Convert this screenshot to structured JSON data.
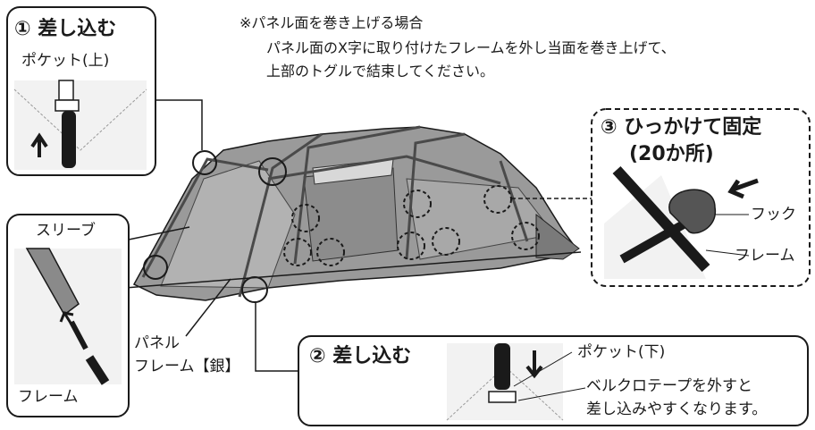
{
  "note": {
    "title": "※パネル面を巻き上げる場合",
    "line1": "パネル面のX字に取り付けたフレームを外し当面を巻き上げて、",
    "line2": "上部のトグルで結束してください。"
  },
  "step1": {
    "title": "① 差し込む",
    "pocket_label": "ポケット(上)"
  },
  "step2": {
    "title": "② 差し込む",
    "pocket_label": "ポケット(下)",
    "velcro_line1": "ベルクロテープを外すと",
    "velcro_line2": "差し込みやすくなります。"
  },
  "step3": {
    "title_line1": "③ ひっかけて固定",
    "title_line2": "(20か所)",
    "hook_label": "フック",
    "frame_label": "フレーム"
  },
  "sleeve_box": {
    "sleeve_label": "スリーブ",
    "frame_label": "フレーム"
  },
  "panel_frame": {
    "line1": "パネル",
    "line2": "フレーム【銀】"
  },
  "colors": {
    "box_border": "#1a1a1a",
    "tent_body": "#9a9a9a",
    "tent_dark": "#6e6e6e",
    "panel_box": "#f2f2f2"
  }
}
